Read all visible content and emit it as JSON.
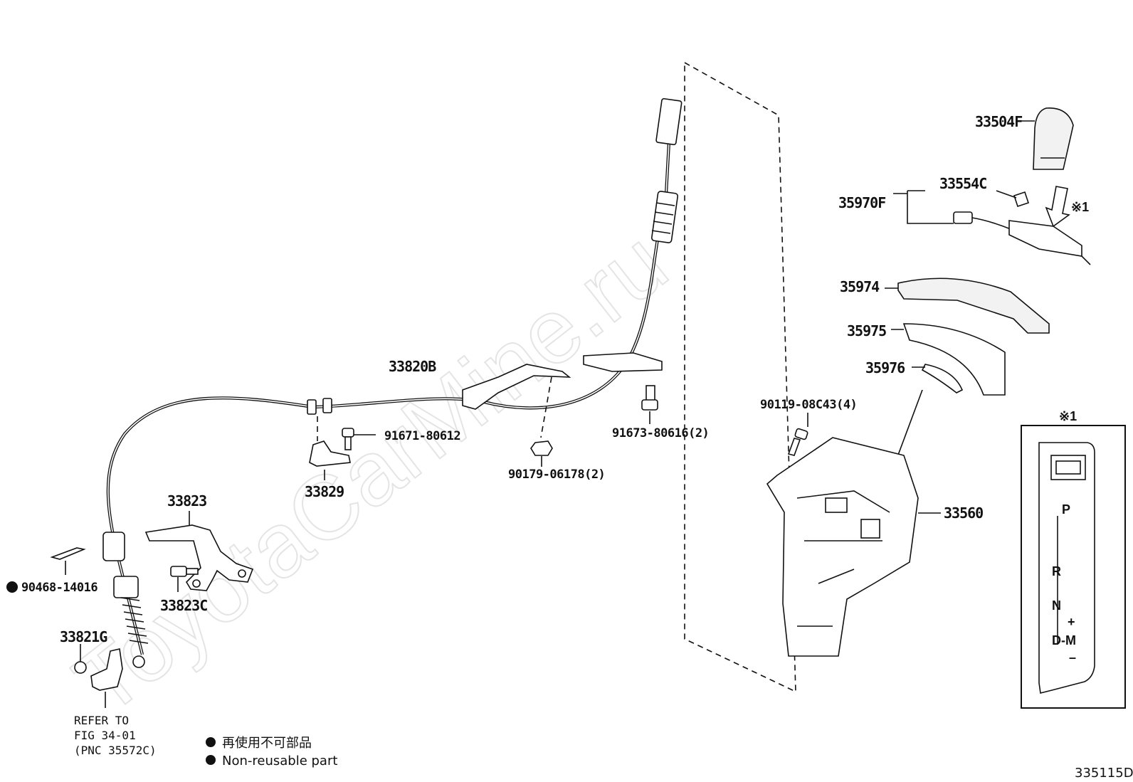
{
  "watermark": "ToyotaCarMine.ru",
  "figure_code": "335115D",
  "parts": {
    "p33504F": "33504F",
    "p33554C": "33554C",
    "p35970F": "35970F",
    "p35974": "35974",
    "p35975": "35975",
    "p35976": "35976",
    "p90119": "90119-08C43(4)",
    "p33560": "33560",
    "p33820B": "33820B",
    "p91671": "91671-80612",
    "p91673": "91673-80616(2)",
    "p90179": "90179-06178(2)",
    "p33829": "33829",
    "p33823": "33823",
    "p33823C": "33823C",
    "p90468": "90468-14016",
    "p33821G": "33821G"
  },
  "refer_note": {
    "line1": "REFER TO",
    "line2": "FIG 34-01",
    "line3": "(PNC 35572C)"
  },
  "legend": {
    "japanese": "再使用不可部品",
    "english": "Non-reusable part"
  },
  "note_mark": "※1",
  "detail": {
    "title": "※1",
    "positions": [
      "P",
      "R",
      "N",
      "D-M"
    ],
    "plus": "+",
    "minus": "–"
  }
}
